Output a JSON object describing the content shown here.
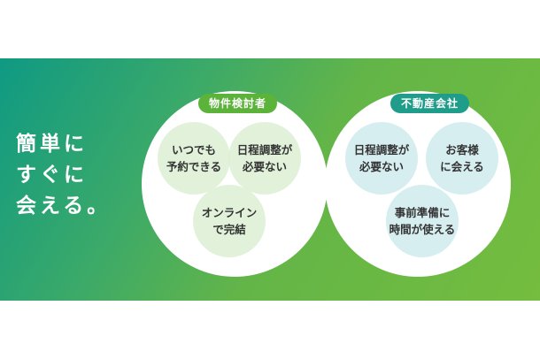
{
  "headline": [
    "簡単に",
    "すぐに",
    "会える。"
  ],
  "left_group": {
    "label": "物件検討者",
    "items": [
      {
        "lines": [
          "いつでも",
          "予約できる"
        ]
      },
      {
        "lines": [
          "日程調整が",
          "必要ない"
        ]
      },
      {
        "lines": [
          "オンライン",
          "で完結"
        ]
      }
    ]
  },
  "right_group": {
    "label": "不動産会社",
    "items": [
      {
        "lines": [
          "日程調整が",
          "必要ない"
        ]
      },
      {
        "lines": [
          "お客様",
          "に会える"
        ]
      },
      {
        "lines": [
          "事前準備に",
          "時間が使える"
        ]
      }
    ]
  },
  "colors": {
    "left_accent": "#5cb33a",
    "right_accent": "#1f9d8a"
  }
}
